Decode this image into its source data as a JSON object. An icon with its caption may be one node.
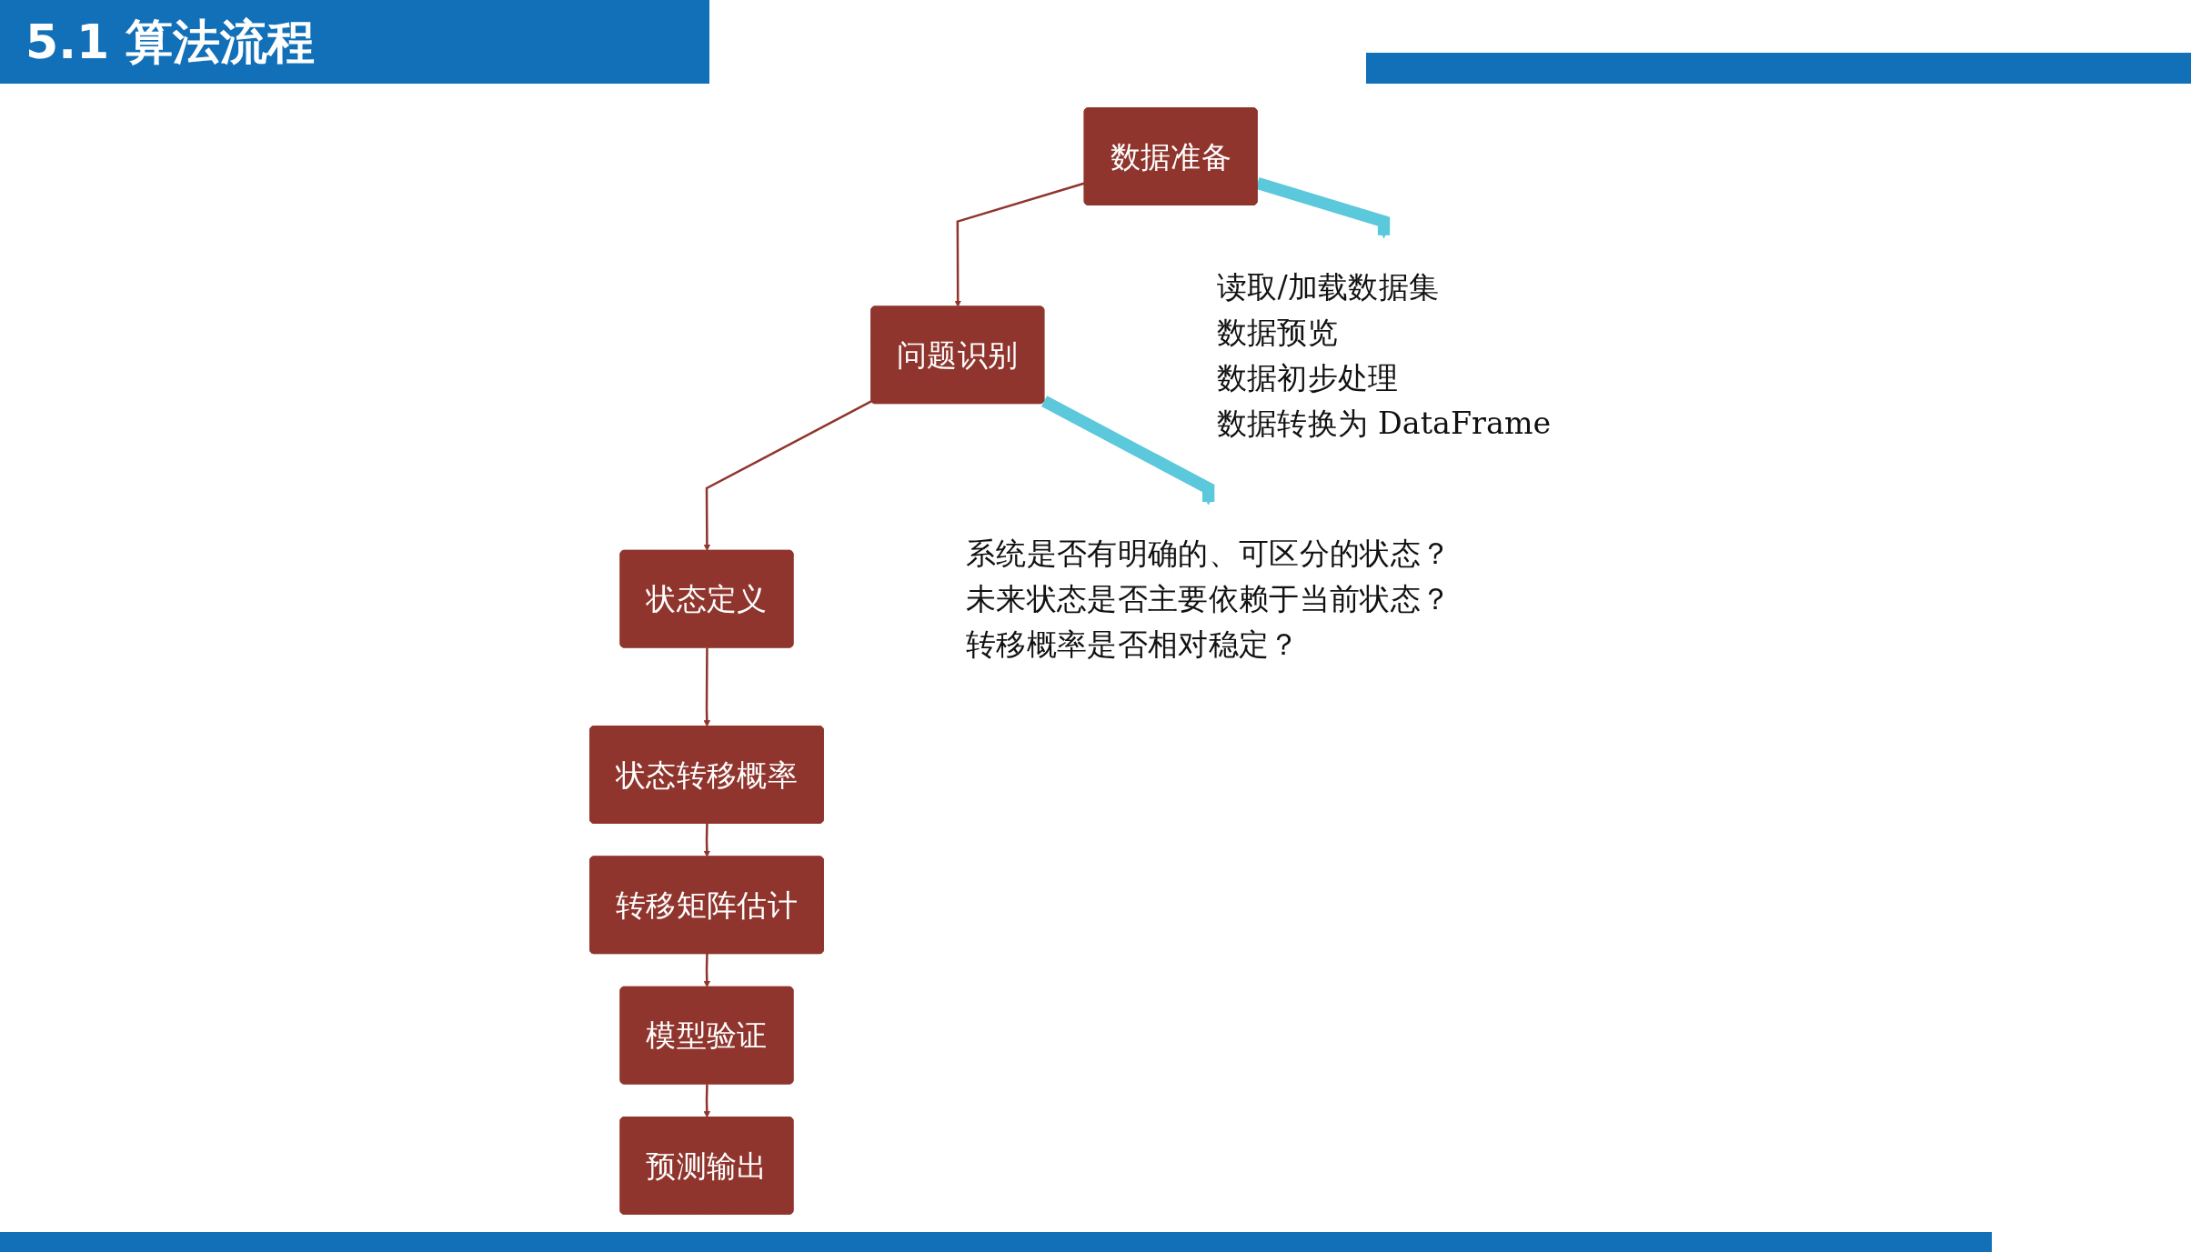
{
  "diagram": {
    "title": "5.1 算法流程",
    "nodes": [
      {
        "text": [
          "数据准备"
        ]
      },
      {
        "text": [
          "问题识别"
        ]
      },
      {
        "text": [
          "状态定义"
        ]
      },
      {
        "text": [
          "状态转移概率"
        ]
      },
      {
        "text": [
          "转移矩阵估计"
        ]
      },
      {
        "text": [
          "模型验证"
        ]
      },
      {
        "text": [
          "预测输出"
        ]
      },
      {
        "text": [
          "读取/加载数据集",
          "数据预览",
          "数据初步处理",
          "数据转换为 DataFrame"
        ]
      },
      {
        "text": [
          "系统是否有明确的、可区分的状态？",
          "未来状态是否主要依赖于当前状态？",
          "转移概率是否相对稳定？"
        ]
      }
    ],
    "edges": [
      {
        "from": 0,
        "to": 1,
        "arrow": "to"
      },
      {
        "from": 1,
        "to": 2,
        "arrow": "to"
      },
      {
        "from": 2,
        "to": 3,
        "arrow": "to"
      },
      {
        "from": 3,
        "to": 4,
        "arrow": "to"
      },
      {
        "from": 4,
        "to": 5,
        "arrow": "to"
      },
      {
        "from": 5,
        "to": 6,
        "arrow": "to"
      },
      {
        "from": 0,
        "to": 7,
        "arrow": "to",
        "style": "thick",
        "color": "#5bc8dc"
      },
      {
        "from": 1,
        "to": 8,
        "arrow": "to",
        "style": "thick",
        "color": "#5bc8dc"
      }
    ]
  }
}
